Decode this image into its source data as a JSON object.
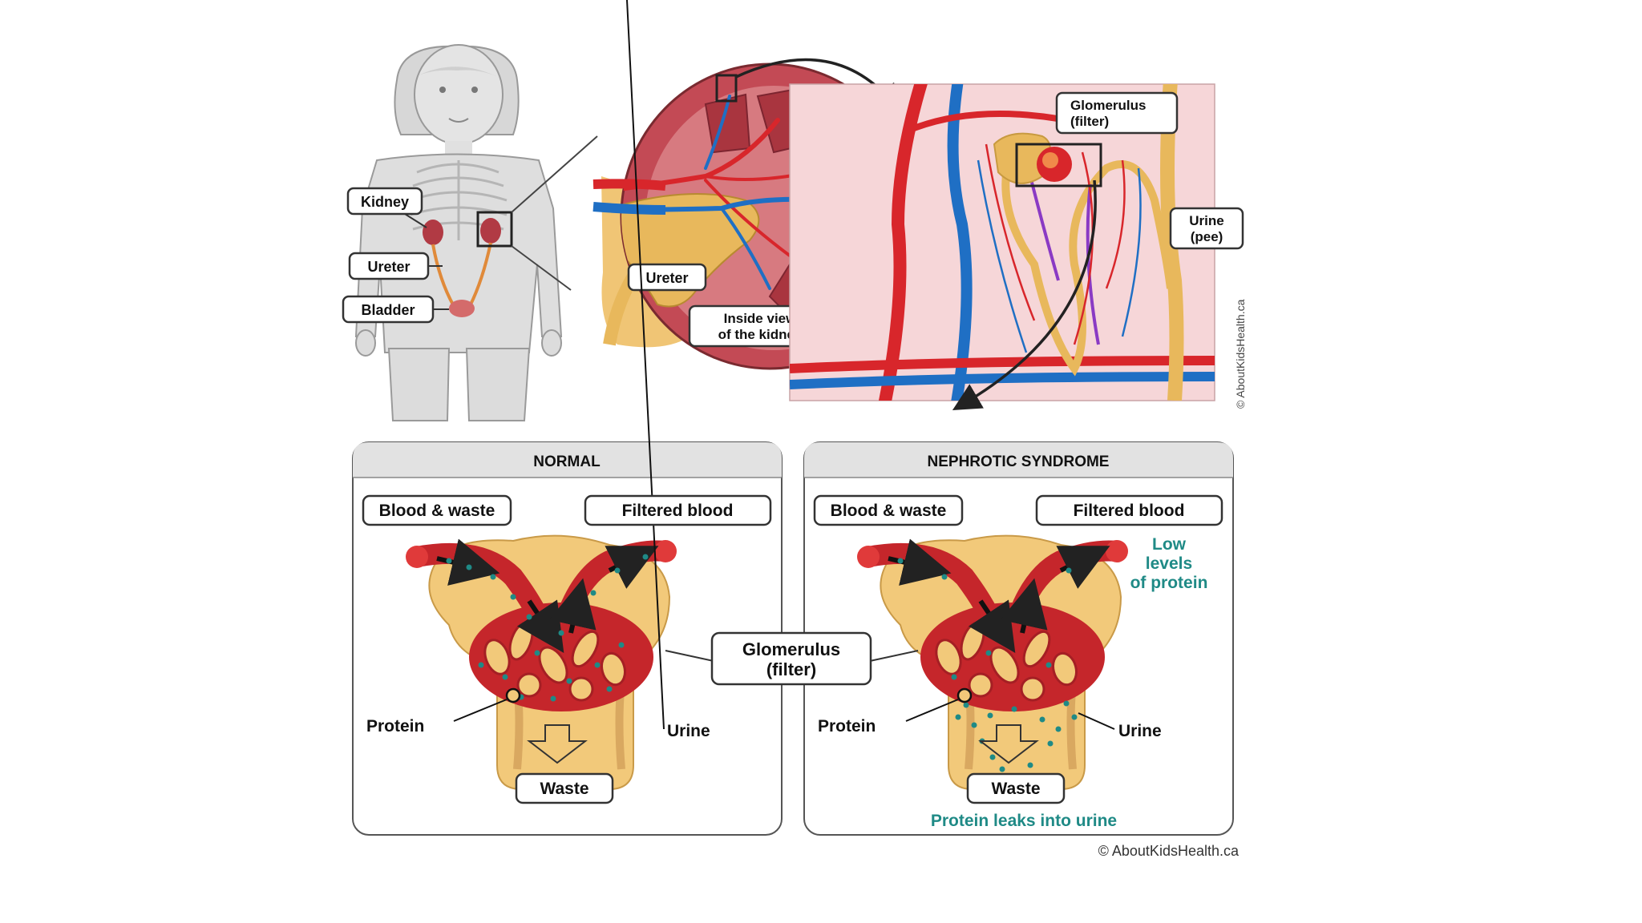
{
  "top": {
    "body_labels": {
      "kidney": "Kidney",
      "ureter": "Ureter",
      "bladder": "Bladder"
    },
    "kidney_view": {
      "ureter": "Ureter",
      "inside_line1": "Inside view",
      "inside_line2": "of the kidney"
    },
    "nephron_view": {
      "glomerulus_line1": "Glomerulus",
      "glomerulus_line2": "(filter)",
      "urine_line1": "Urine",
      "urine_line2": "(pee)",
      "credit": "© AboutKidsHealth.ca"
    }
  },
  "panels": {
    "normal": {
      "title": "NORMAL",
      "blood_waste": "Blood & waste",
      "filtered_blood": "Filtered blood",
      "protein": "Protein",
      "urine": "Urine",
      "waste": "Waste"
    },
    "nephrotic": {
      "title": "NEPHROTIC SYNDROME",
      "blood_waste": "Blood & waste",
      "filtered_blood": "Filtered blood",
      "low_line1": "Low",
      "low_line2": "levels",
      "low_line3": "of protein",
      "protein": "Protein",
      "urine": "Urine",
      "waste": "Waste",
      "leak_note": "Protein leaks into urine"
    },
    "shared_glomerulus_line1": "Glomerulus",
    "shared_glomerulus_line2": "(filter)"
  },
  "footer_credit": "© AboutKidsHealth.ca",
  "colors": {
    "artery": "#d8262b",
    "vein": "#1f6fc4",
    "tissue": "#f2c97a",
    "kidney": "#b9434a",
    "protein": "#1f8a86",
    "nephron_bg": "#f6d6d8"
  }
}
